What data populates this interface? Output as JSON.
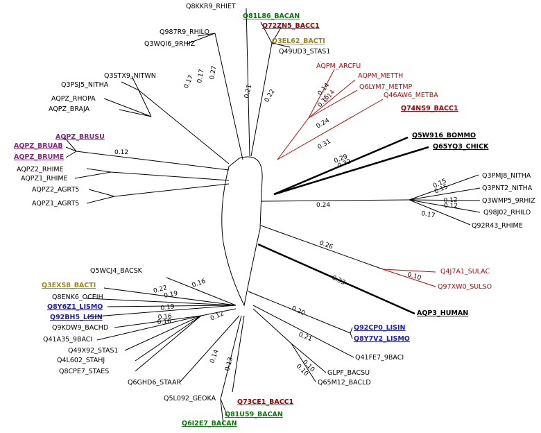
{
  "colors": {
    "default": "#000000",
    "red": "#d40000",
    "green": "#007f00",
    "purple": "#8a2a87",
    "olive": "#a08a00",
    "darkred": "#a00000",
    "blue": "#1a1ad6"
  },
  "leaves": [
    {
      "label": "Q8KKR9_RHIET",
      "color": "default"
    },
    {
      "label": "Q81L86_BACAN",
      "color": "green",
      "strong": true
    },
    {
      "label": "Q72ZN5_BACC1",
      "color": "darkred",
      "strong": true
    },
    {
      "label": "Q3EL62_BACTI",
      "color": "olive",
      "strong": true
    },
    {
      "label": "Q49UD3_STAS1",
      "color": "default"
    },
    {
      "label": "Q987R9_RHILO",
      "color": "default"
    },
    {
      "label": "Q3WQI6_9RHIZ",
      "color": "default"
    },
    {
      "label": "AQPM_ARCFU",
      "color": "red"
    },
    {
      "label": "AQPM_METTH",
      "color": "red"
    },
    {
      "label": "Q6LYM7_METMP",
      "color": "red"
    },
    {
      "label": "Q46AW6_METBA",
      "color": "red"
    },
    {
      "label": "Q74NS9_BACC1",
      "color": "darkred",
      "strong": true
    },
    {
      "label": "Q3STX9_NITWN",
      "color": "default"
    },
    {
      "label": "Q3PSJ5_NITHA",
      "color": "default"
    },
    {
      "label": "AQPZ_RHOPA",
      "color": "default"
    },
    {
      "label": "AQPZ_BRAJA",
      "color": "default"
    },
    {
      "label": "AQPZ_BRUSU",
      "color": "purple",
      "strong": true
    },
    {
      "label": "AQPZ_BRUAB",
      "color": "purple",
      "strong": true
    },
    {
      "label": "AQPZ_BRUME",
      "color": "purple",
      "strong": true
    },
    {
      "label": "Q5W916_BOMMO",
      "color": "default",
      "strong": true
    },
    {
      "label": "Q65YQ3_CHICK",
      "color": "default",
      "strong": true
    },
    {
      "label": "AQPZ2_RHIME",
      "color": "default"
    },
    {
      "label": "AQPZ1_RHIME",
      "color": "default"
    },
    {
      "label": "AQPZ2_AGRT5",
      "color": "default"
    },
    {
      "label": "AQPZ1_AGRT5",
      "color": "default"
    },
    {
      "label": "Q3PMJ8_NITHA",
      "color": "default"
    },
    {
      "label": "Q3PNT2_NITHA",
      "color": "default"
    },
    {
      "label": "Q3WMP5_9RHIZ",
      "color": "default"
    },
    {
      "label": "Q98J02_RHILO",
      "color": "default"
    },
    {
      "label": "Q92R43_RHIME",
      "color": "default"
    },
    {
      "label": "Q4J7A1_SULAC",
      "color": "red"
    },
    {
      "label": "Q97XW0_SULSO",
      "color": "red"
    },
    {
      "label": "Q5WCJ4_BACSK",
      "color": "default"
    },
    {
      "label": "Q3EXS8_BACTI",
      "color": "olive",
      "strong": true
    },
    {
      "label": "Q8ENK6_OCEIH",
      "color": "default"
    },
    {
      "label": "Q8Y6Z1_LISMO",
      "color": "blue",
      "strong": true
    },
    {
      "label": "Q92BH5_LISIN",
      "color": "blue",
      "strong": true
    },
    {
      "label": "Q9KDW9_BACHD",
      "color": "default"
    },
    {
      "label": "Q41A35_9BACI",
      "color": "default"
    },
    {
      "label": "Q49X92_STAS1",
      "color": "default"
    },
    {
      "label": "Q4L602_STAHJ",
      "color": "default"
    },
    {
      "label": "Q8CPE7_STAES",
      "color": "default"
    },
    {
      "label": "Q6GHD6_STAAR",
      "color": "default"
    },
    {
      "label": "Q5L092_GEOKA",
      "color": "default"
    },
    {
      "label": "Q73CE1_BACC1",
      "color": "darkred",
      "strong": true
    },
    {
      "label": "Q81U59_BACAN",
      "color": "green",
      "strong": true
    },
    {
      "label": "Q6I2E7_BACAN",
      "color": "green",
      "strong": true
    },
    {
      "label": "AQP3_HUMAN",
      "color": "default",
      "strong": true
    },
    {
      "label": "Q92CP0_LISIN",
      "color": "blue",
      "strong": true
    },
    {
      "label": "Q8Y7V2_LISMO",
      "color": "blue",
      "strong": true
    },
    {
      "label": "Q41FE7_9BACI",
      "color": "default"
    },
    {
      "label": "GLPF_BACSU",
      "color": "default"
    },
    {
      "label": "Q65M12_BACLD",
      "color": "default"
    }
  ],
  "branch_lengths": [
    {
      "text": "0.27",
      "color": "default"
    },
    {
      "text": "0.17",
      "color": "default"
    },
    {
      "text": "0.17",
      "color": "default"
    },
    {
      "text": "0.21",
      "color": "default"
    },
    {
      "text": "0.22",
      "color": "default"
    },
    {
      "text": "0.14",
      "color": "default"
    },
    {
      "text": "0.14",
      "color": "red"
    },
    {
      "text": "0.15",
      "color": "default"
    },
    {
      "text": "0.24",
      "color": "default"
    },
    {
      "text": "0.31",
      "color": "default"
    },
    {
      "text": "0.29",
      "color": "default"
    },
    {
      "text": "0.32",
      "color": "default"
    },
    {
      "text": "0.12",
      "color": "default"
    },
    {
      "text": "0.15",
      "color": "default"
    },
    {
      "text": "0.15",
      "color": "default"
    },
    {
      "text": "0.12",
      "color": "default"
    },
    {
      "text": "0.12",
      "color": "default"
    },
    {
      "text": "0.24",
      "color": "default"
    },
    {
      "text": "0.17",
      "color": "default"
    },
    {
      "text": "0.26",
      "color": "default"
    },
    {
      "text": "0.10",
      "color": "default"
    },
    {
      "text": "0.33",
      "color": "default"
    },
    {
      "text": "0.16",
      "color": "default"
    },
    {
      "text": "0.22",
      "color": "default"
    },
    {
      "text": "0.19",
      "color": "default"
    },
    {
      "text": "0.19",
      "color": "default"
    },
    {
      "text": "0.16",
      "color": "default"
    },
    {
      "text": "0.16",
      "color": "default"
    },
    {
      "text": "0.12",
      "color": "default"
    },
    {
      "text": "0.20",
      "color": "default"
    },
    {
      "text": "0.21",
      "color": "default"
    },
    {
      "text": "0.10",
      "color": "default"
    },
    {
      "text": "0.10",
      "color": "default"
    },
    {
      "text": "0.14",
      "color": "default"
    },
    {
      "text": "0.13",
      "color": "default"
    }
  ]
}
